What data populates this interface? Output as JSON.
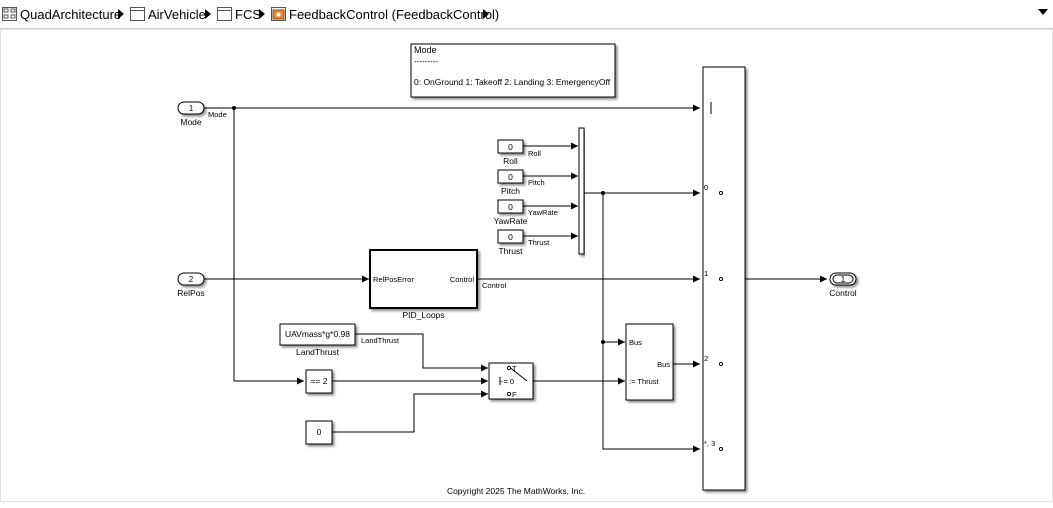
{
  "breadcrumbs": [
    {
      "label": "QuadArchitecture",
      "icon": "model-icon"
    },
    {
      "label": "AirVehicle",
      "icon": "subsystem-icon"
    },
    {
      "label": "FCS",
      "icon": "subsystem-icon"
    },
    {
      "label": "FeedbackControl (FeedbackControl)",
      "icon": "model-reference-icon"
    }
  ],
  "blocks": {
    "inport_mode": {
      "number": "1",
      "name": "Mode",
      "signal": "Mode"
    },
    "inport_relpos": {
      "number": "2",
      "name": "RelPos"
    },
    "outport_control": {
      "number": "1",
      "name": "Control"
    },
    "const_roll": {
      "value": "0",
      "name": "Roll",
      "signal": "Roll"
    },
    "const_pitch": {
      "value": "0",
      "name": "Pitch",
      "signal": "Pitch"
    },
    "const_yawrate": {
      "value": "0",
      "name": "YawRate",
      "signal": "YawRate"
    },
    "const_thrust": {
      "value": "0",
      "name": "Thrust",
      "signal": "Thrust"
    },
    "pid_loops": {
      "name": "PID_Loops",
      "in_port": "RelPosError",
      "out_port": "Control",
      "signal": "Control"
    },
    "land_thrust": {
      "value": "UAVmass*g*0.98",
      "name": "LandThrust",
      "signal": "LandThrust"
    },
    "compare": {
      "value": "== 2"
    },
    "const_zero": {
      "value": "0"
    },
    "switch": {
      "port_t": "T",
      "port_cond": "~= 0",
      "port_f": "F"
    },
    "bus_assign": {
      "in_bus": "Bus",
      "in_elem": ":= Thrust",
      "out_bus": "Bus"
    },
    "multiport_switch": {
      "case0": "0",
      "case1": "1",
      "case2": "2",
      "case3": "*, 3"
    }
  },
  "annotation": {
    "line1": "Mode",
    "line2": "---------",
    "line3": "0: OnGround 1: Takeoff 2: Landing 3: EmergencyOff"
  },
  "footer": {
    "copyright": "Copyright 2025 The MathWorks, Inc."
  }
}
